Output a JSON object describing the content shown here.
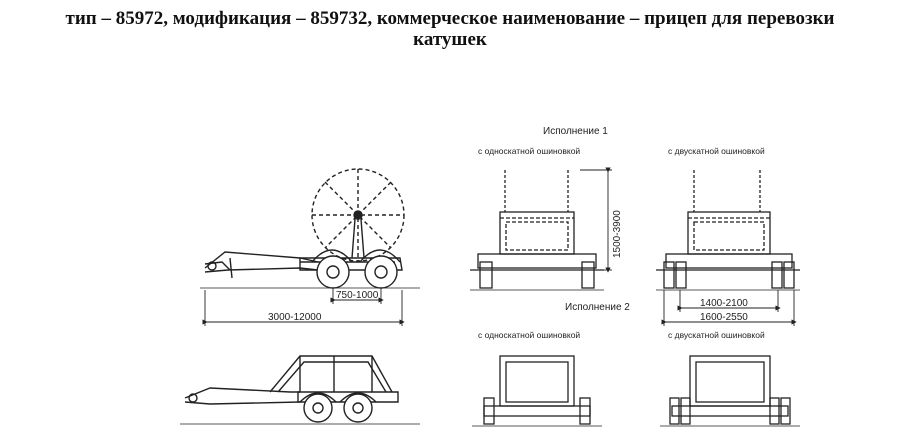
{
  "heading": {
    "line1": "тип – 85972, модификация – 859732, коммерческое наименование – прицеп для перевозки",
    "line2": "катушек"
  },
  "variants": {
    "variant1_title": "Исполнение 1",
    "variant2_title": "Исполнение 2",
    "single_tire": "с односкатной ошиновкой",
    "dual_tire": "с двускатной ошиновкой"
  },
  "dimensions": {
    "axle_spacing": "750-1000",
    "overall_length": "3000-12000",
    "height": "1500-3900",
    "track_width": "1400-2100",
    "overall_width": "1600-2550"
  }
}
